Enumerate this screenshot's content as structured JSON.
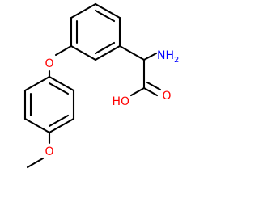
{
  "molecule": {
    "atom_labels": {
      "ether_oxygen": "O",
      "methoxy_oxygen": "O",
      "amine": {
        "main": "NH",
        "sub": "2"
      },
      "hydroxyl": "HO",
      "carbonyl_oxygen": "O"
    },
    "colors": {
      "bond": "#000000",
      "oxygen": "#ff0000",
      "nitrogen": "#0000ff",
      "background": "#ffffff"
    }
  }
}
